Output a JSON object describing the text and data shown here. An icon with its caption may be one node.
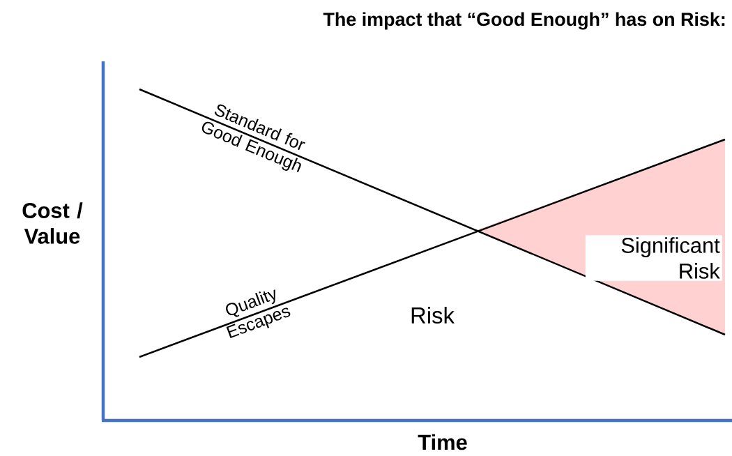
{
  "diagram": {
    "title": "The impact that “Good Enough” has on Risk:",
    "labels": [
      "Standard for Good Enough",
      "Cost / Value",
      "Significant Risk",
      "Quality Escapes",
      "Risk",
      "Time"
    ]
  }
}
